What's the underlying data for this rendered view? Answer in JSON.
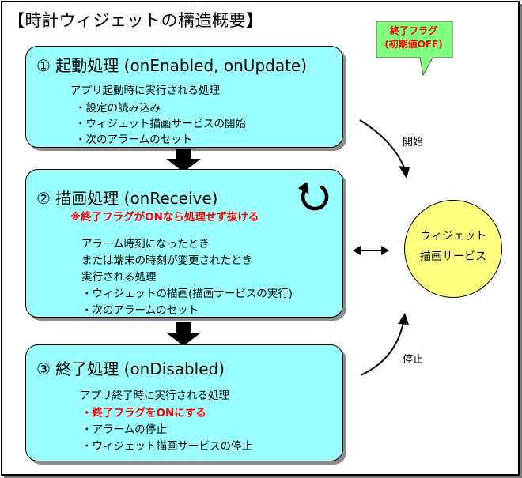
{
  "title": "【時計ウィジェットの構造概要】",
  "legend": {
    "line1": "終了フラグ",
    "line2": "(初期値OFF)"
  },
  "steps": [
    {
      "title": "① 起動処理 (onEnabled, onUpdate)",
      "lines": [
        "アプリ起動時に実行される処理",
        "・設定の読み込み",
        "・ウィジェット描画サービスの開始",
        "・次のアラームのセット"
      ]
    },
    {
      "title": "② 描画処理 (onReceive)",
      "note": "※終了フラグがONなら処理せず抜ける",
      "lines": [
        "アラーム時刻になったとき",
        "または端末の時刻が変更されたとき",
        "実行される処理",
        "・ウィジェットの描画(描画サービスの実行)",
        "・次のアラームのセット"
      ]
    },
    {
      "title": "③ 終了処理 (onDisabled)",
      "lines": [
        "アプリ終了時に実行される処理",
        "・終了フラグをONにする",
        "・アラームの停止",
        "・ウィジェット描画サービスの停止"
      ]
    }
  ],
  "widget": {
    "line1": "ウィジェット",
    "line2": "描画サービス"
  },
  "labels": {
    "start": "開始",
    "stop": "停止"
  },
  "colors": {
    "box_fill": "#99ffff",
    "circle_fill": "#ffff80",
    "legend_fill": "#80ff80",
    "emphasis": "#ff0000"
  },
  "icons": {
    "loop": "refresh-icon",
    "bidirectional": "double-arrow-icon"
  }
}
